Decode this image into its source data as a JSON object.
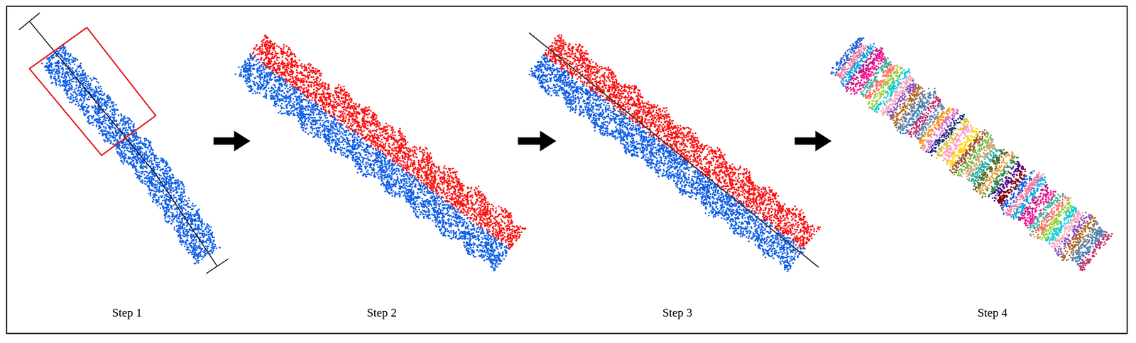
{
  "diagram": {
    "nodes": [
      {
        "text": [
          "Step 1"
        ]
      },
      {
        "text": [
          "Step 2"
        ]
      },
      {
        "text": [
          "Step 3"
        ]
      },
      {
        "text": [
          "Step 4"
        ]
      }
    ],
    "edges": [
      {
        "from": 0,
        "to": 1,
        "arrow": "to"
      },
      {
        "from": 1,
        "to": 2,
        "arrow": "to"
      },
      {
        "from": 2,
        "to": 3,
        "arrow": "to"
      }
    ]
  }
}
